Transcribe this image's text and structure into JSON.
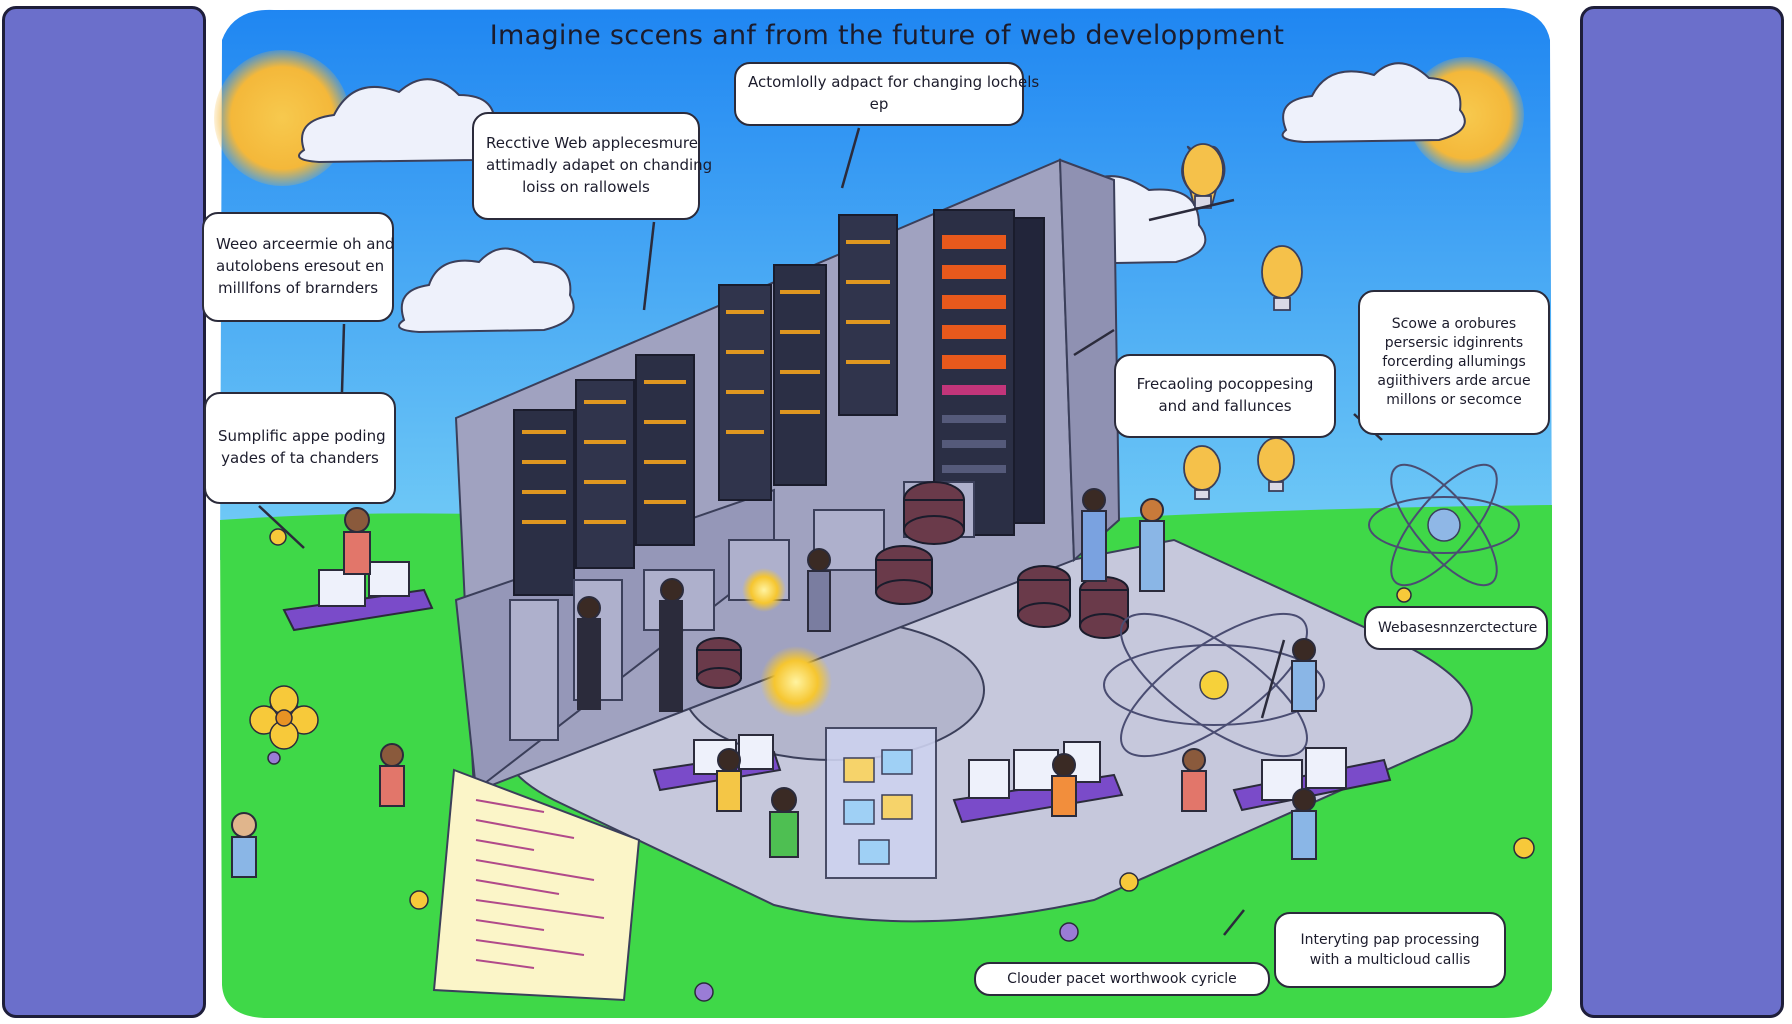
{
  "title": "Imagine sccens anf from the future of web developpment",
  "bubbles": {
    "top_center": [
      "Actomlolly adpact for changing lochels",
      "ep"
    ],
    "reactive": [
      "Recctive Web applecesmure",
      "attimadly adapet on chanding",
      "loiss on rallowels"
    ],
    "left_top": [
      "Weeo arceermie oh and",
      "autolobens eresout en",
      "milllfons of brarnders"
    ],
    "left_mid": [
      "Sumplific appe poding",
      "yades of ta chanders"
    ],
    "processing": [
      "Frecaoling pocoppesing",
      "and and fallunces"
    ],
    "right_top": [
      "Scowe a orobures",
      "persersic idginrents",
      "forcerding allumings",
      "agiithivers arde arcue",
      "millons or secomce"
    ],
    "architecture": [
      "Webasesnnzerctecture"
    ],
    "interpreting": [
      "Interyting pap processing",
      "with a multicloud callis"
    ],
    "cloud_cycle": [
      "Clouder pacet worthwook cyricle"
    ]
  },
  "colors": {
    "sky_top": "#1f86f2",
    "sky_bottom": "#6fc9f5",
    "grass": "#3fd848",
    "platform": "#c6c8dc",
    "wall": "#9d9fbe",
    "server": "#2b2f45",
    "server_glow": "#f2a21c",
    "sun": "#f5c24a",
    "side_panel": "#6b6fcb"
  }
}
